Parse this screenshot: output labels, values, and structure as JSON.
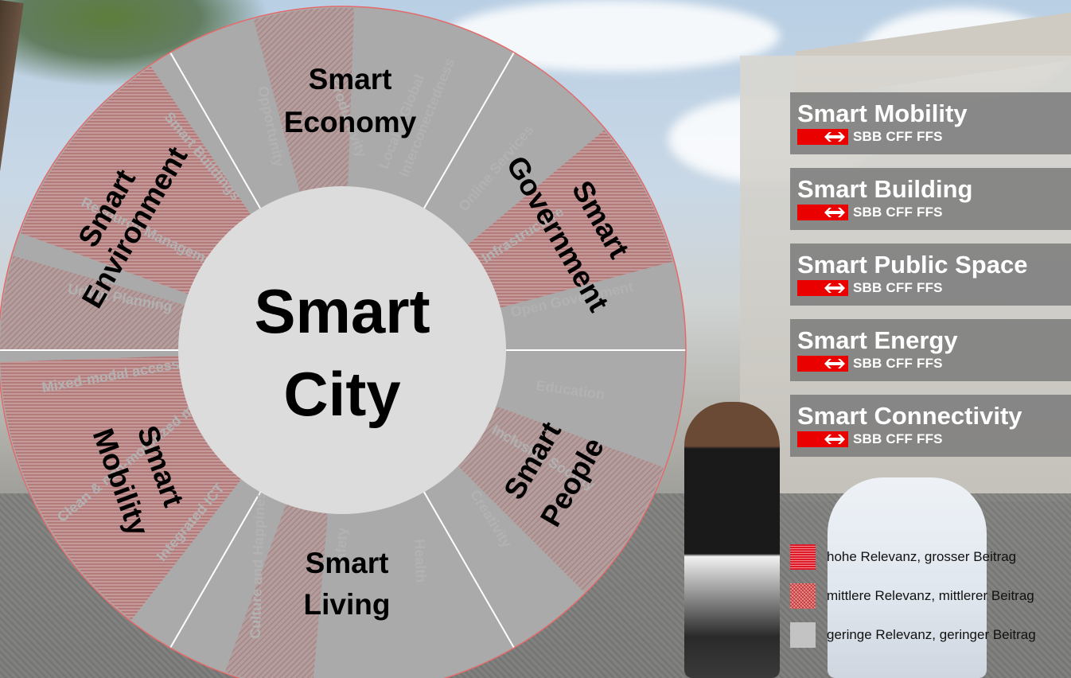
{
  "diagram": {
    "center": {
      "line1": "Smart",
      "line2": "City"
    },
    "segments": [
      {
        "id": "economy",
        "title_lines": [
          "Smart",
          "Economy"
        ],
        "subs": [
          "Opportunity",
          "Productivity",
          "Local & Global",
          "Interconectedness"
        ]
      },
      {
        "id": "government",
        "title_lines": [
          "Smart",
          "Government"
        ],
        "subs": [
          "Online Services",
          "Infrastructure",
          "Open Government"
        ]
      },
      {
        "id": "people",
        "title_lines": [
          "Smart",
          "People"
        ],
        "subs": [
          "Education",
          "Inclusive Society",
          "Creativity"
        ]
      },
      {
        "id": "living",
        "title_lines": [
          "Smart",
          "Living"
        ],
        "subs": [
          "Culture and Happiness",
          "Safety",
          "Health"
        ]
      },
      {
        "id": "mobility",
        "title_lines": [
          "Smart",
          "Mobility"
        ],
        "subs": [
          "Mixed-modal access",
          "Clean & non-motorized mobility",
          "Integrated ICT"
        ]
      },
      {
        "id": "environment",
        "title_lines": [
          "Smart",
          "Environment"
        ],
        "subs": [
          "Smart Buildings",
          "Resource Management",
          "Urban Planning"
        ]
      }
    ]
  },
  "brand_cards": [
    {
      "title": "Smart Mobility",
      "logo_text": "SBB CFF FFS"
    },
    {
      "title": "Smart Building",
      "logo_text": "SBB CFF FFS"
    },
    {
      "title": "Smart Public Space",
      "logo_text": "SBB CFF FFS"
    },
    {
      "title": "Smart Energy",
      "logo_text": "SBB CFF FFS"
    },
    {
      "title": "Smart Connectivity",
      "logo_text": "SBB CFF FFS"
    }
  ],
  "legend": [
    {
      "label": "hohe Relevanz, grosser Beitrag",
      "level": "high"
    },
    {
      "label": "mittlere Relevanz, mittlerer Beitrag",
      "level": "medium"
    },
    {
      "label": "geringe Relevanz, geringer Beitrag",
      "level": "low"
    }
  ],
  "colors": {
    "segment_fill": "#aaaaaa",
    "center_fill": "#dcdcdc",
    "high": "#e0192a",
    "sbb_red": "#eb0000",
    "card_bg": "#7d7d7d"
  }
}
